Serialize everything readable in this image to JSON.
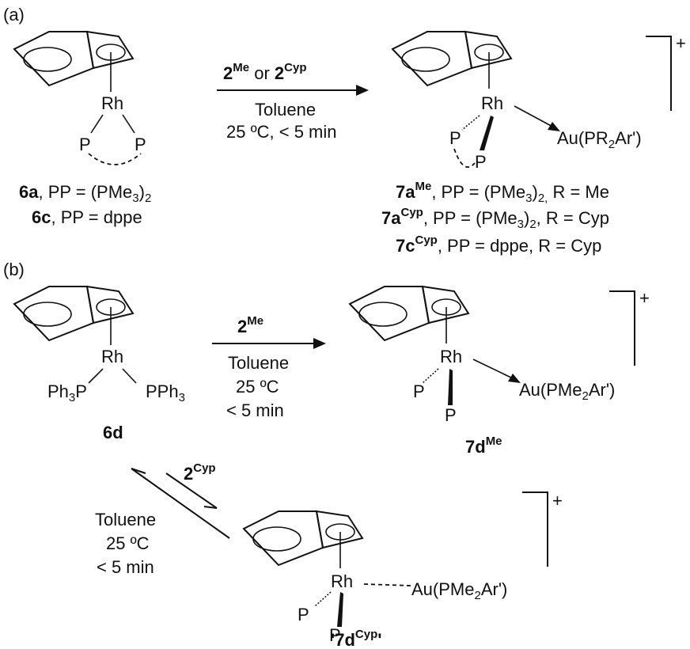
{
  "panels": {
    "a": {
      "label": "(a)",
      "reactant": {
        "metal": "Rh",
        "p_left": "P",
        "p_right": "P"
      },
      "reactant_labels": [
        {
          "id": "6a",
          "text": ", PP = (PMe",
          "sub": "3",
          "tail": ")",
          "tail_sub": "2"
        },
        {
          "id": "6c",
          "text": ", PP = dppe"
        }
      ],
      "arrow": {
        "reagent_a": "2",
        "reagent_a_sup": "Me",
        "reagent_or": " or ",
        "reagent_b": "2",
        "reagent_b_sup": "Cyp",
        "solvent": "Toluene",
        "conditions": "25 ºC, < 5 min"
      },
      "product": {
        "metal": "Rh",
        "p_left": "P",
        "p_bottom": "P",
        "gold": "Au(PR",
        "gold_sub": "2",
        "gold_tail": "Ar')",
        "charge": "+"
      },
      "product_labels": [
        {
          "id": "7a",
          "sup": "Me",
          "text": ", PP = (PMe",
          "sub": "3",
          "mid": ")",
          "mid_sub": "2,",
          "tail": " R = Me"
        },
        {
          "id": "7a",
          "sup": "Cyp",
          "text": ", PP = (PMe",
          "sub": "3",
          "mid": ")",
          "mid_sub": "2",
          "tail": ", R = Cyp"
        },
        {
          "id": "7c",
          "sup": "Cyp",
          "text": ", PP = dppe, R = Cyp"
        }
      ]
    },
    "b": {
      "label": "(b)",
      "reactant": {
        "metal": "Rh",
        "p_left": "Ph",
        "p_left_sub": "3",
        "p_left_tail": "P",
        "p_right": "PPh",
        "p_right_sub": "3",
        "id": "6d"
      },
      "arrow": {
        "reagent": "2",
        "reagent_sup": "Me",
        "solvent": "Toluene",
        "temp": "25 ºC",
        "time": "< 5 min"
      },
      "product": {
        "metal": "Rh",
        "p_left": "P",
        "p_bottom": "P",
        "gold": "Au(PMe",
        "gold_sub": "2",
        "gold_tail": "Ar')",
        "charge": "+",
        "id": "7d",
        "id_sup": "Me"
      },
      "equilibrium": {
        "reagent": "2",
        "reagent_sup": "Cyp",
        "solvent": "Toluene",
        "temp": "25 ºC",
        "time": "< 5 min"
      },
      "adduct": {
        "metal": "Rh",
        "p_left": "P",
        "p_bottom": "P",
        "gold": "Au(PMe",
        "gold_sub": "2",
        "gold_tail": "Ar')",
        "charge": "+",
        "quote_open": "'",
        "id": "7d",
        "id_sup": "Cyp",
        "quote_close": "'"
      }
    }
  }
}
